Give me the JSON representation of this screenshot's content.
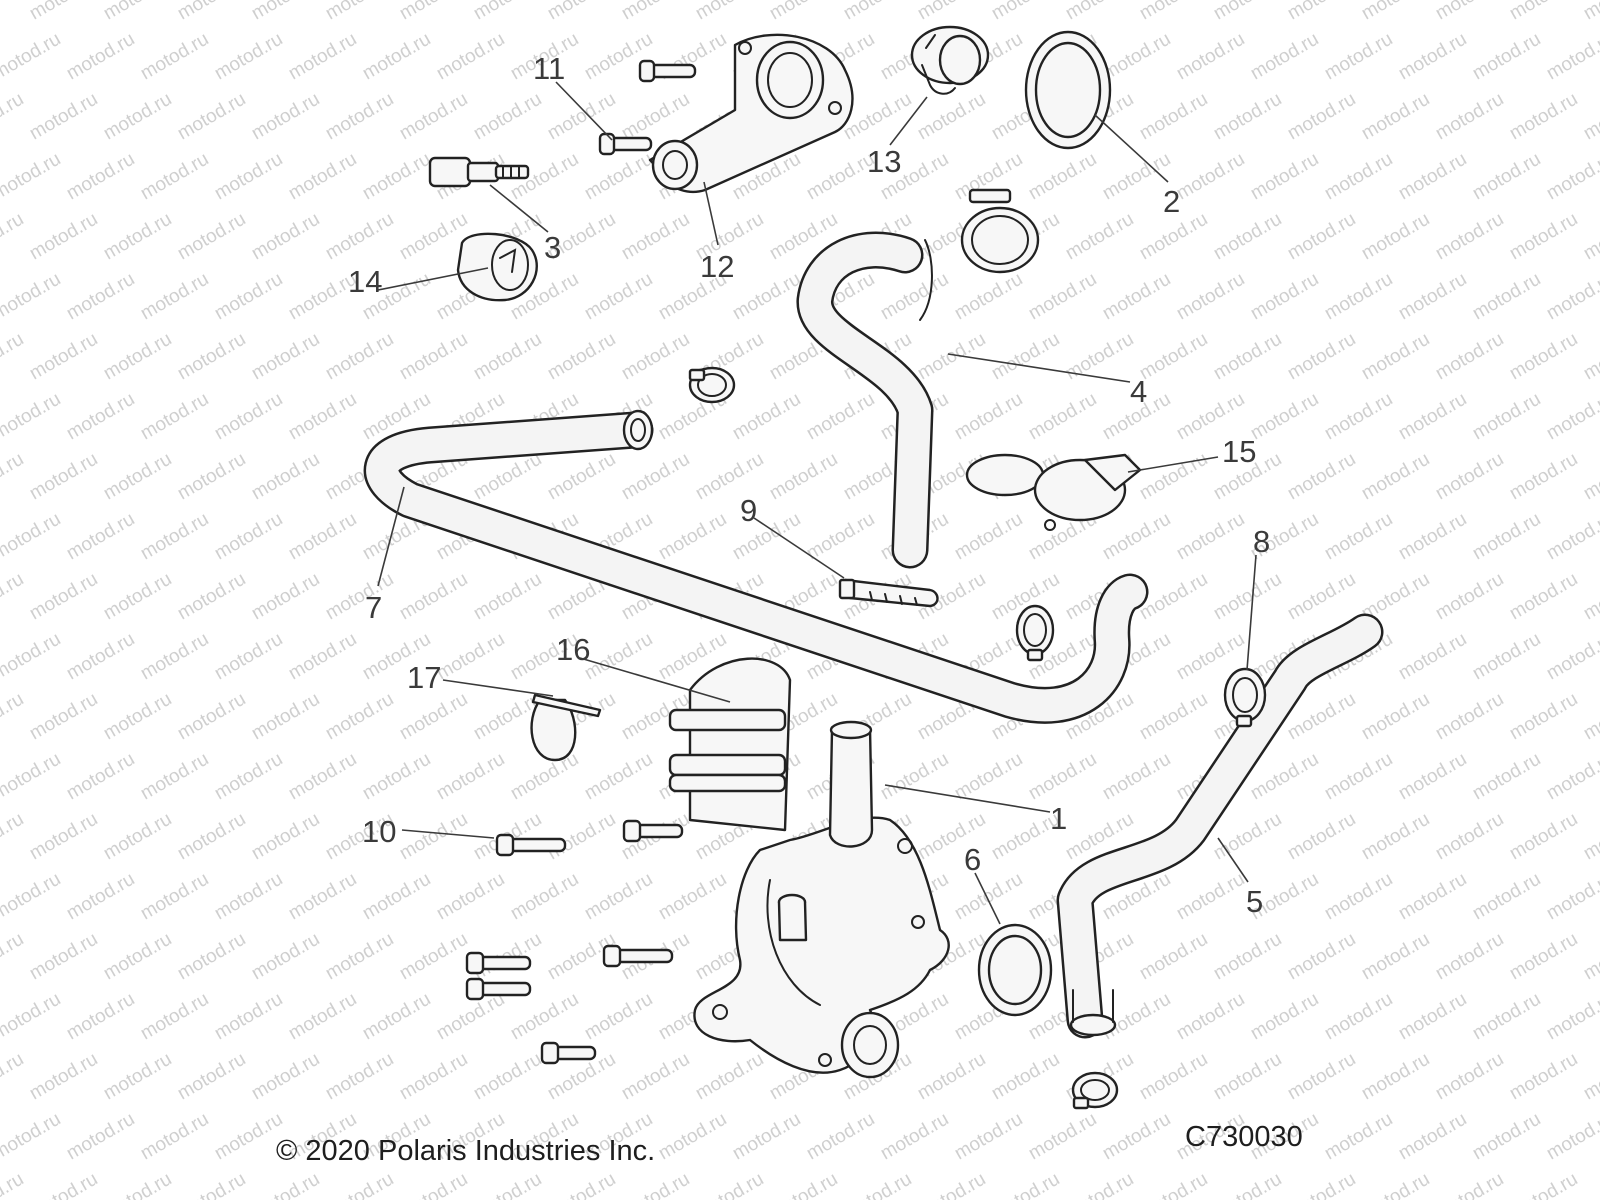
{
  "watermark": {
    "text": "motod.ru"
  },
  "callouts": [
    {
      "id": "1",
      "label": "1"
    },
    {
      "id": "2",
      "label": "2"
    },
    {
      "id": "3",
      "label": "3"
    },
    {
      "id": "4",
      "label": "4"
    },
    {
      "id": "5",
      "label": "5"
    },
    {
      "id": "6",
      "label": "6"
    },
    {
      "id": "7",
      "label": "7"
    },
    {
      "id": "8",
      "label": "8"
    },
    {
      "id": "9",
      "label": "9"
    },
    {
      "id": "10",
      "label": "10"
    },
    {
      "id": "11",
      "label": "11"
    },
    {
      "id": "12",
      "label": "12"
    },
    {
      "id": "13",
      "label": "13"
    },
    {
      "id": "14",
      "label": "14"
    },
    {
      "id": "15",
      "label": "15"
    },
    {
      "id": "16",
      "label": "16"
    },
    {
      "id": "17",
      "label": "17"
    }
  ],
  "footer": {
    "copyright": "© 2020 Polaris Industries Inc.",
    "drawing_number": "C730030"
  }
}
